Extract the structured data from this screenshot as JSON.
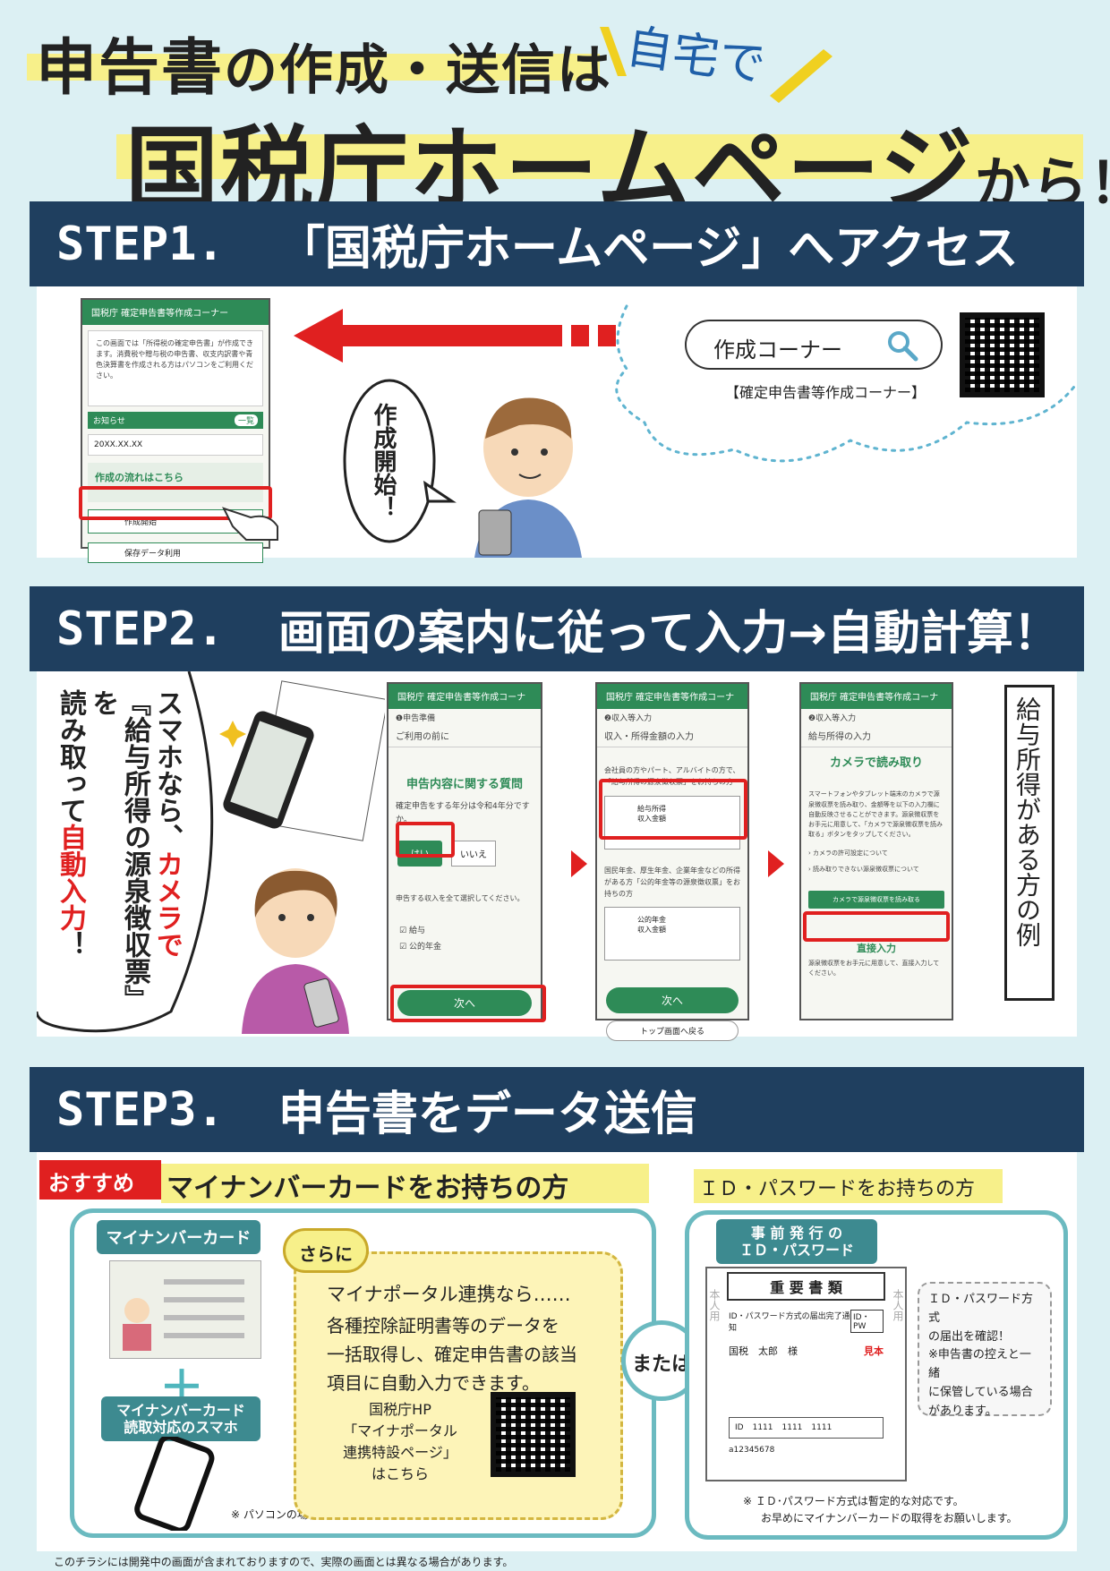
{
  "header": {
    "line1_big": "申告書",
    "line1_rest": "の作成・送信は",
    "jitaku": "自宅で",
    "line2_main": "国税庁ホームページ",
    "line2_tail": "から！"
  },
  "step1": {
    "num": "STEP1.",
    "title": "「国税庁ホームページ」へアクセス",
    "search_text": "作成コーナー",
    "search_caption": "【確定申告書等作成コーナー】",
    "bubble": "作成開始！",
    "phone": {
      "header": "国税庁 確定申告書等作成コーナー",
      "intro": "この画面では「所得税の確定申告書」が作成できます。消費税や贈与税の申告書、収支内訳書や青色決算書を作成される方はパソコンをご利用ください。",
      "notice": "お知らせ",
      "notice_btn": "一覧",
      "date": "20XX.XX.XX",
      "flow": "作成の流れはこちら",
      "start": "作成開始",
      "saved": "保存データ利用"
    }
  },
  "step2": {
    "num": "STEP2.",
    "title": "画面の案内に従って入力→自動計算！",
    "bubble_l1": "スマホなら、",
    "bubble_red1": "カメラで",
    "bubble_l2": "『給与所得の源泉徴収票』を",
    "bubble_l3a": "読み取って",
    "bubble_red2": "自動入力",
    "bubble_l3b": "！",
    "side_label": "給与所得がある方の例",
    "phone1": {
      "header": "国税庁 確定申告書等作成コーナー",
      "step": "❶申告準備",
      "sub": "ご利用の前に",
      "title": "申告内容に関する質問",
      "q": "確定申告をする年分は令和4年分ですか。",
      "yes": "はい",
      "no": "いいえ",
      "q2": "申告する収入を全て選択してください。",
      "opt1": "給与",
      "opt2": "公的年金",
      "next": "次へ"
    },
    "phone2": {
      "header": "国税庁 確定申告書等作成コーナー",
      "step": "❷収入等入力",
      "sub": "収入・所得金額の入力",
      "desc": "会社員の方やパート、アルバイトの方で、「給与所得の源泉徴収票」をお持ちの方",
      "item1a": "給与所得",
      "item1b": "収入金額",
      "desc2": "国民年金、厚生年金、企業年金などの所得がある方「公的年金等の源泉徴収票」をお持ちの方",
      "item2a": "公的年金",
      "item2b": "収入金額",
      "next": "次へ",
      "top": "トップ画面へ戻る"
    },
    "phone3": {
      "header": "国税庁 確定申告書等作成コーナー",
      "step": "❷収入等入力",
      "sub": "給与所得の入力",
      "title": "カメラで読み取り",
      "desc": "スマートフォンやタブレット端末のカメラで源泉徴収票を読み取り、金額等を以下の入力欄に自動反映させることができます。源泉徴収票をお手元に用意して、「カメラで源泉徴収票を読み取る」ボタンをタップしてください。",
      "link1": "カメラの許可設定について",
      "link2": "読み取りできない源泉徴収票について",
      "camera_btn": "カメラで源泉徴収票を読み取る",
      "direct": "直接入力",
      "direct_desc": "源泉徴収票をお手元に用意して、直接入力してください。"
    }
  },
  "step3": {
    "num": "STEP3.",
    "title": "申告書をデータ送信",
    "recommend": "おすすめ",
    "mynumber_heading": "マイナンバーカードをお持ちの方",
    "id_heading": "ＩＤ・パスワードをお持ちの方",
    "card_label": "マイナンバーカード",
    "plus": "＋",
    "phone_label_1": "マイナンバーカード",
    "phone_label_2": "読取対応のスマホ",
    "sarani": "さらに",
    "portal_title": "マイナポータル連携なら……",
    "portal_desc_1": "各種控除証明書等のデータを",
    "portal_desc_2": "一括取得し、確定申告書の該当",
    "portal_desc_3": "項目に自動入力できます。",
    "hp_1": "国税庁HP",
    "hp_2": "「マイナポータル",
    "hp_3": "連携特設ページ」",
    "hp_4": "はこちら",
    "pc_note": "※ パソコンの場合ＩＣカードリーダライタでも可",
    "or": "または",
    "id_pill_1": "事 前 発 行 の",
    "id_pill_2": "ＩＤ・パスワード",
    "doc_title": "重 要 書 類",
    "doc_line1": "ID・パスワード方式の届出完了通知",
    "doc_idpw": "ID・PW",
    "doc_name": "国税　太郎　様",
    "doc_sample": "見本",
    "doc_side": "本人用",
    "doc_bottom_label": "ID",
    "doc_code": "a12345678",
    "doc_boxes": "1111",
    "id_note_1": "ＩＤ・パスワード方式",
    "id_note_2": "の届出を確認！",
    "id_note_3": "※申告書の控えと一緒",
    "id_note_4": "に保管している場合",
    "id_note_5": "があります。",
    "id_foot_1": "※ ＩＤ･パスワード方式は暫定的な対応です。",
    "id_foot_2": "お早めにマイナンバーカードの取得をお願いします。"
  },
  "footer": "このチラシには開発中の画面が含まれておりますので、実際の画面とは異なる場合があります。",
  "colors": {
    "navy": "#1f3f5f",
    "green": "#2e8b57",
    "red": "#e02020",
    "teal": "#3d8a90",
    "yellow": "#f7f08a",
    "background": "#dcf0f3"
  }
}
